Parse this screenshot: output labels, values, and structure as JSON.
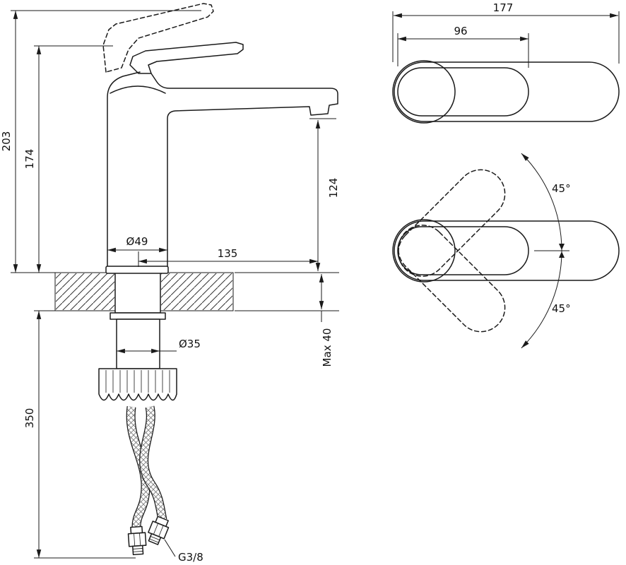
{
  "drawing": {
    "title": "basin-mixer-technical-drawing"
  },
  "side_view": {
    "height_total": "203",
    "height_to_handle": "174",
    "spout_height": "124",
    "spout_reach": "135",
    "base_diameter": "Ø49",
    "shaft_diameter": "Ø35",
    "deck_thickness": "Max 40",
    "hose_length": "350",
    "thread_size": "G3/8"
  },
  "top_view": {
    "total_length": "177",
    "handle_length": "96"
  },
  "rotation_view": {
    "angle_up": "45°",
    "angle_down": "45°"
  }
}
